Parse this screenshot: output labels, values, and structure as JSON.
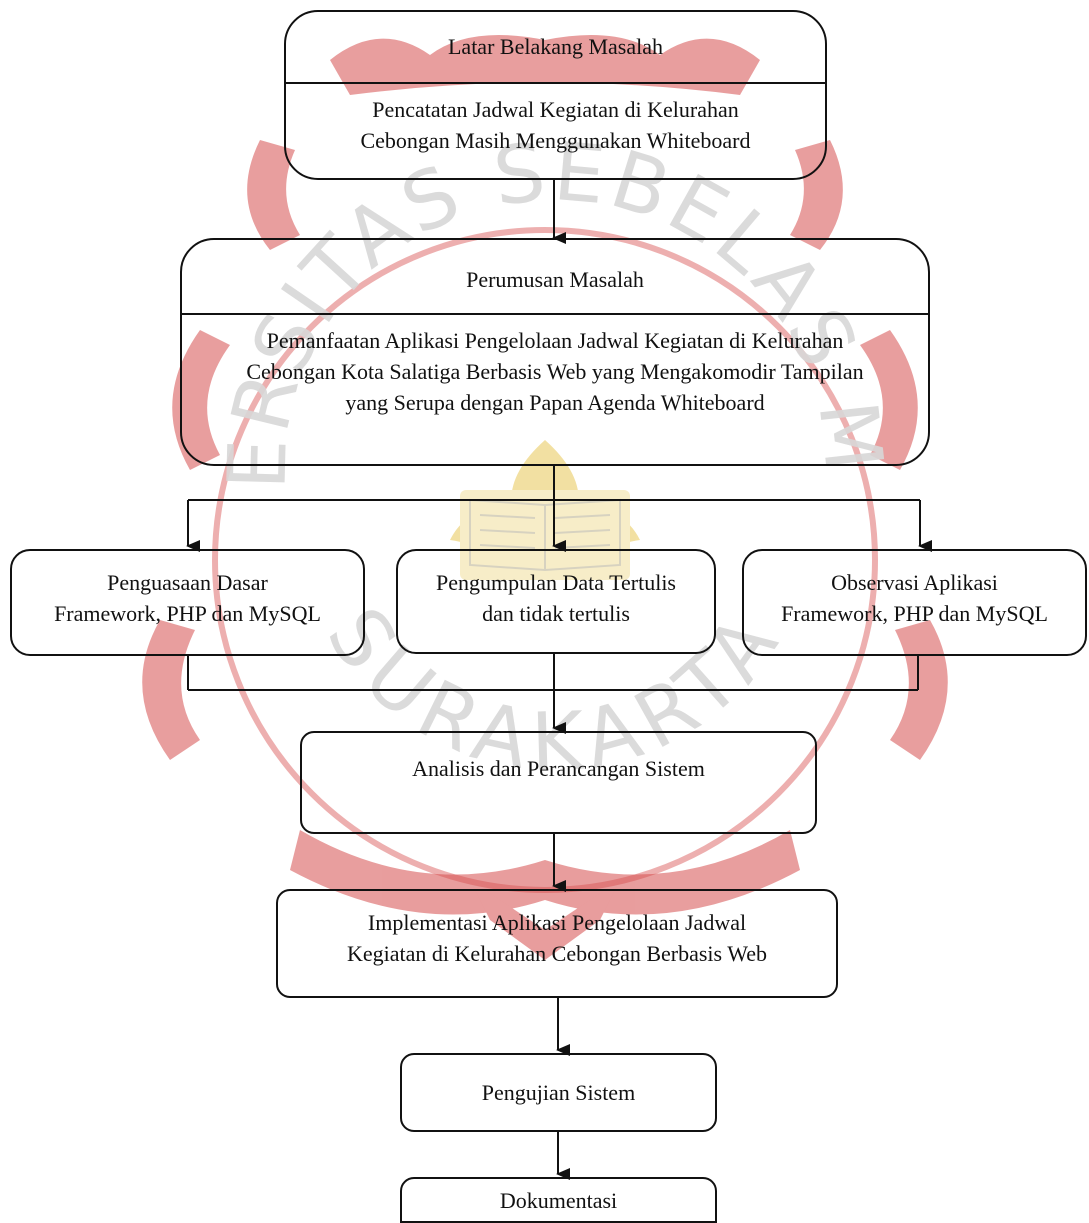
{
  "watermark": {
    "seal_text_top": "UNIVERSITAS SEBELAS MARET",
    "seal_text_bottom": "SURAKARTA",
    "color": "#d64e4e",
    "color_gold": "#e7c347"
  },
  "nodes": {
    "latar_belakang": {
      "heading": "Latar Belakang Masalah",
      "body_lines": [
        "Pencatatan Jadwal Kegiatan di Kelurahan",
        "Cebongan Masih Menggunakan Whiteboard"
      ]
    },
    "perumusan": {
      "heading": "Perumusan Masalah",
      "body_lines": [
        "Pemanfaatan Aplikasi Pengelolaan Jadwal Kegiatan di Kelurahan",
        "Cebongan Kota Salatiga Berbasis Web yang Mengakomodir Tampilan",
        "yang Serupa dengan Papan Agenda Whiteboard"
      ]
    },
    "penguasaan": {
      "lines": [
        "Penguasaan Dasar",
        "Framework, PHP dan MySQL"
      ]
    },
    "pengumpulan": {
      "lines": [
        "Pengumpulan Data Tertulis",
        "dan tidak tertulis"
      ]
    },
    "observasi": {
      "lines": [
        "Observasi Aplikasi",
        "Framework, PHP dan MySQL"
      ]
    },
    "analisis": {
      "label": "Analisis dan Perancangan Sistem"
    },
    "implementasi": {
      "lines": [
        "Implementasi Aplikasi Pengelolaan Jadwal",
        "Kegiatan di Kelurahan Cebongan Berbasis Web"
      ]
    },
    "pengujian": {
      "label": "Pengujian Sistem"
    },
    "dokumentasi": {
      "label": "Dokumentasi"
    }
  }
}
